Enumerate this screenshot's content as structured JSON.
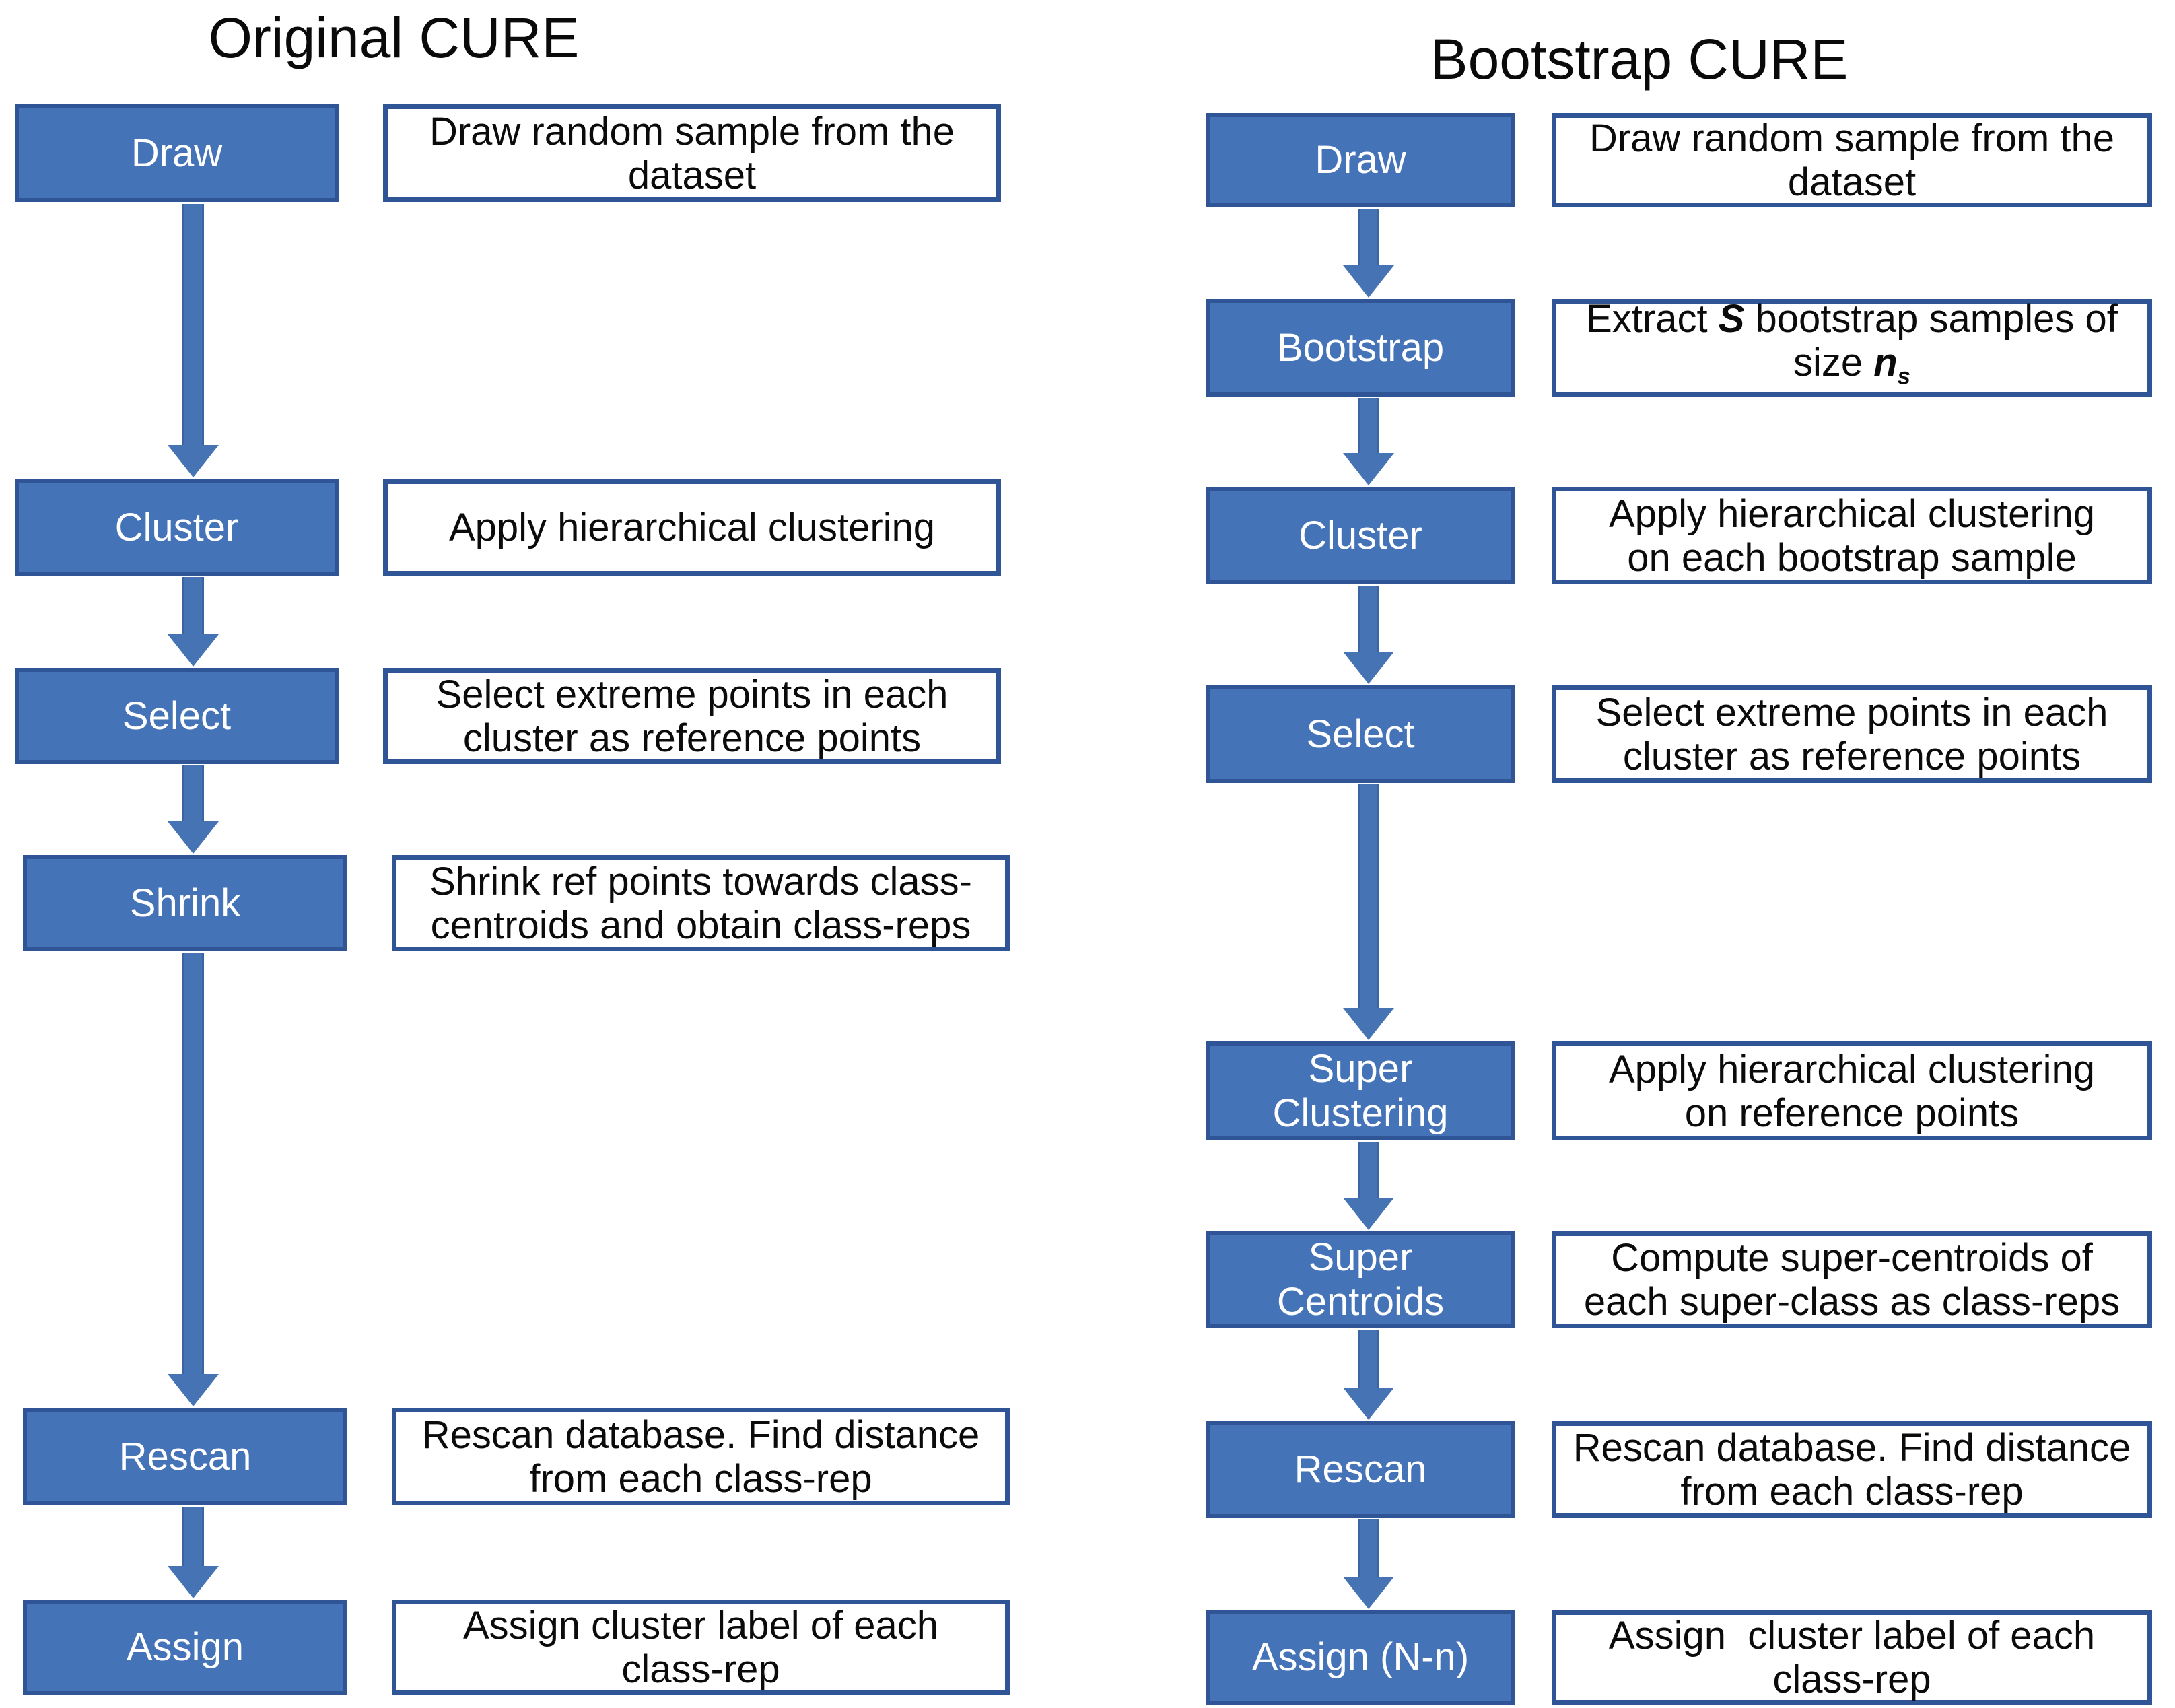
{
  "diagram": {
    "left": {
      "title": "Original CURE",
      "steps": [
        {
          "label": "Draw",
          "desc": [
            "Draw random sample from the",
            "dataset"
          ]
        },
        {
          "label": "Cluster",
          "desc": [
            "Apply hierarchical clustering"
          ]
        },
        {
          "label": "Select",
          "desc": [
            "Select extreme points in each",
            "cluster as reference points"
          ]
        },
        {
          "label": "Shrink",
          "desc": [
            "Shrink ref points towards class-",
            "centroids and obtain class-reps"
          ]
        },
        {
          "label": "Rescan",
          "desc": [
            "Rescan database. Find distance",
            "from each class-rep"
          ]
        },
        {
          "label": "Assign",
          "desc": [
            "Assign cluster label of each",
            "class-rep"
          ]
        }
      ]
    },
    "right": {
      "title": "Bootstrap CURE",
      "steps": [
        {
          "label": "Draw",
          "desc": [
            "Draw random sample from the",
            "dataset"
          ]
        },
        {
          "label": "Bootstrap",
          "desc_rich": {
            "line1_pre": "Extract ",
            "line1_var": "S",
            "line1_post": " bootstrap samples of",
            "line2_pre": "size ",
            "line2_var": "n",
            "line2_sub": "s"
          }
        },
        {
          "label": "Cluster",
          "desc": [
            "Apply hierarchical clustering",
            "on each bootstrap sample"
          ]
        },
        {
          "label": "Select",
          "desc": [
            "Select extreme points in each",
            "cluster as reference points"
          ]
        },
        {
          "label": "Super Clustering",
          "desc": [
            "Apply hierarchical clustering",
            "on reference points"
          ]
        },
        {
          "label": "Super Centroids",
          "desc": [
            "Compute super-centroids of",
            "each super-class as class-reps"
          ]
        },
        {
          "label": "Rescan",
          "desc": [
            "Rescan database. Find distance",
            "from each class-rep"
          ]
        },
        {
          "label": "Assign (N-n)",
          "desc": [
            "Assign  cluster label of each",
            "class-rep"
          ]
        }
      ]
    },
    "colors": {
      "step_fill": "#4573B7",
      "step_border": "#2F5597",
      "desc_fill": "#FFFFFF",
      "desc_border": "#2F5597",
      "step_text": "#FFFFFF",
      "desc_text": "#0B0B0B",
      "arrow_fill": "#4573B4",
      "arrow_edge": "#3A64A4",
      "title_text": "#0A0A0A"
    }
  }
}
